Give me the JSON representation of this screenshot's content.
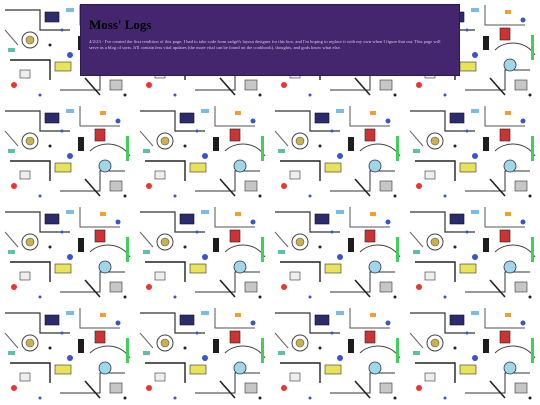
{
  "page": {
    "title": "Moss' Logs",
    "entries": [
      {
        "text": "4/2/23 - I've created the first rendition of this page. I had to take code from sadgrl's layout designer for this box, and I'm hoping to replace it with my own when I figure that out. This page will serve as a blog of sorts. It'll contain less vital updates (the more vital can be found on the cookbook), thoughts, and gods know what else."
      }
    ]
  },
  "colors": {
    "panel_background": "#43266e",
    "panel_text": "#d8c9ee",
    "title_text": "#000000",
    "page_background": "#ffffff"
  },
  "background": {
    "description_icon": "machinery-tile-pattern"
  }
}
